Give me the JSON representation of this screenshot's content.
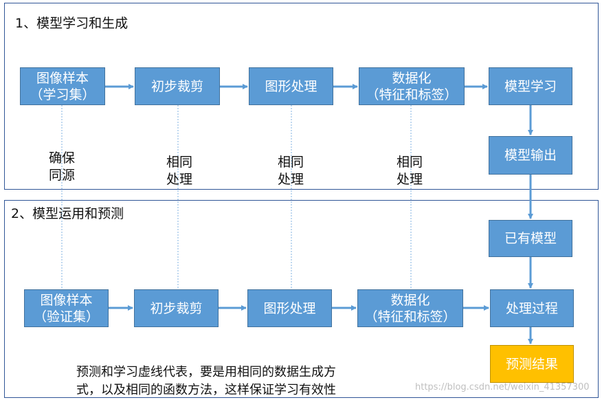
{
  "sections": {
    "learning_title": "1、模型学习和生成",
    "prediction_title": "2、模型运用和预测"
  },
  "top_row": {
    "sample": [
      "图像样本",
      "（学习集）"
    ],
    "crop": "初步裁剪",
    "process": "图形处理",
    "digitize": [
      "数据化",
      "（特征和标签）"
    ],
    "learn": "模型学习"
  },
  "model_output": "模型输出",
  "existing_model": "已有模型",
  "bottom_row": {
    "sample": [
      "图像样本",
      "（验证集）"
    ],
    "crop": "初步裁剪",
    "process": "图形处理",
    "digitize": [
      "数据化",
      "（特征和标签）"
    ],
    "process_flow": "处理过程"
  },
  "result": "预测结果",
  "notes": {
    "same_source": [
      "确保",
      "同源"
    ],
    "same_process_1": [
      "相同",
      "处理"
    ],
    "same_process_2": [
      "相同",
      "处理"
    ],
    "same_process_3": [
      "相同",
      "处理"
    ]
  },
  "caption": [
    "预测和学习虚线代表，要是用相同的数据生成方",
    "式，以及相同的函数方法，这样保证学习有效性"
  ],
  "watermark": "https://blog.csdn.net/weixin_41357300",
  "colors": {
    "box_fill": "#5b9bd5",
    "box_border": "#41719c",
    "result_fill": "#ffc000",
    "arrow": "#5b9bd5",
    "section_border": "#2f5597"
  }
}
